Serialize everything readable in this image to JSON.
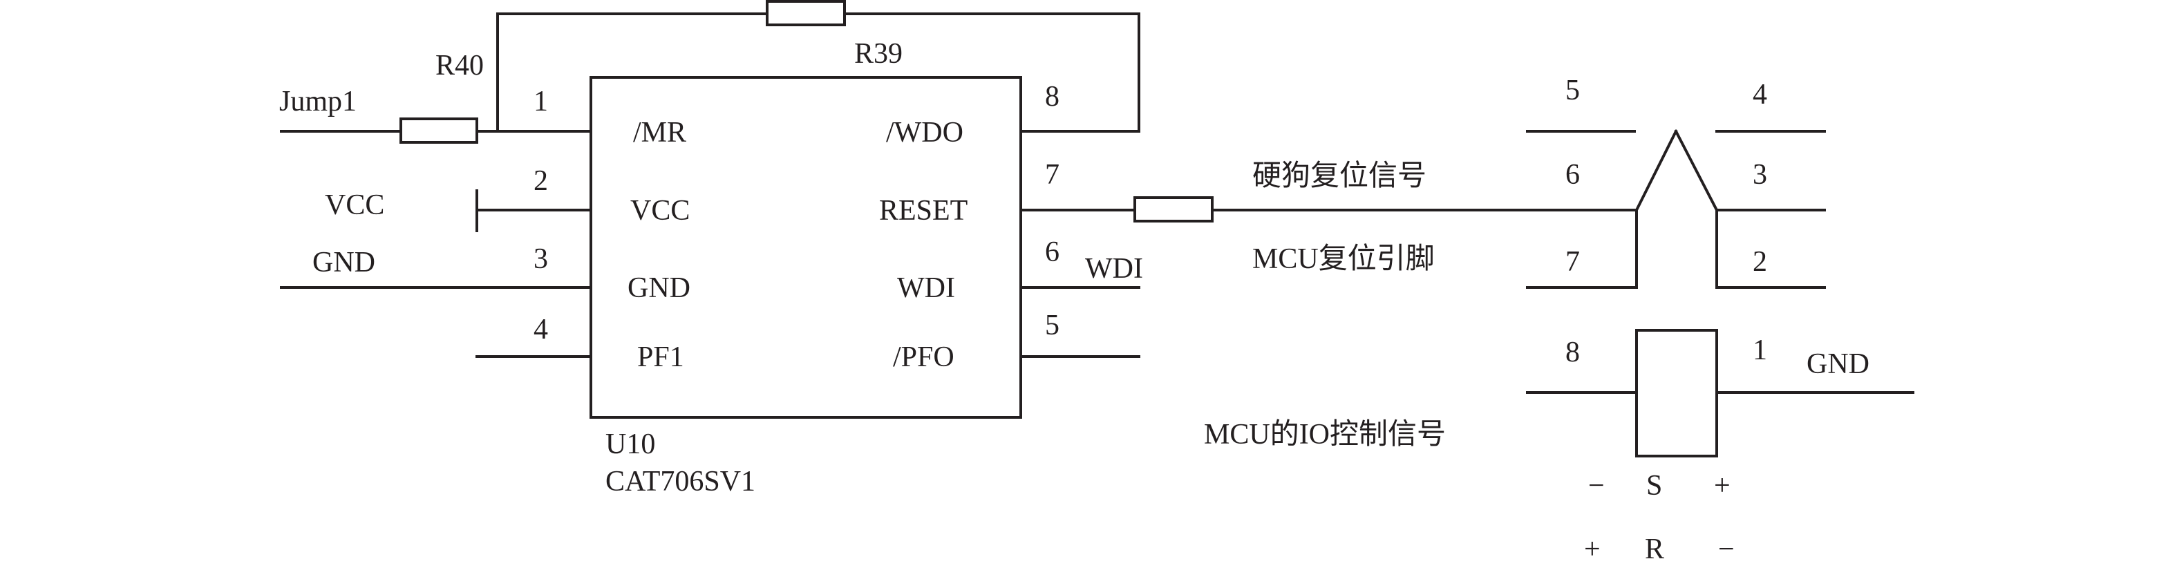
{
  "colors": {
    "ink": "#231f20",
    "background": "#ffffff"
  },
  "ic": {
    "ref": "U10",
    "part": "CAT706SV1",
    "left_pins": [
      {
        "num": "1",
        "name": "/MR"
      },
      {
        "num": "2",
        "name": "VCC"
      },
      {
        "num": "3",
        "name": "GND"
      },
      {
        "num": "4",
        "name": "PF1"
      }
    ],
    "right_pins": [
      {
        "num": "8",
        "name": "/WDO"
      },
      {
        "num": "7",
        "name": "RESET"
      },
      {
        "num": "6",
        "name": "WDI"
      },
      {
        "num": "5",
        "name": "/PFO"
      }
    ]
  },
  "nets": {
    "jump": "Jump1",
    "vcc": "VCC",
    "gnd": "GND",
    "wdi": "WDI",
    "relay_gnd": "GND"
  },
  "resistors": {
    "r40": "R40",
    "r39": "R39"
  },
  "signals": {
    "hw_reset": "硬狗复位信号",
    "mcu_reset": "MCU复位引脚",
    "mcu_io": "MCU的IO控制信号"
  },
  "relay": {
    "left_pins": [
      "5",
      "6",
      "7",
      "8"
    ],
    "right_pins": [
      "4",
      "3",
      "2",
      "1"
    ],
    "row1": [
      "−",
      "S",
      "+"
    ],
    "row2": [
      "+",
      "R",
      "−"
    ]
  }
}
